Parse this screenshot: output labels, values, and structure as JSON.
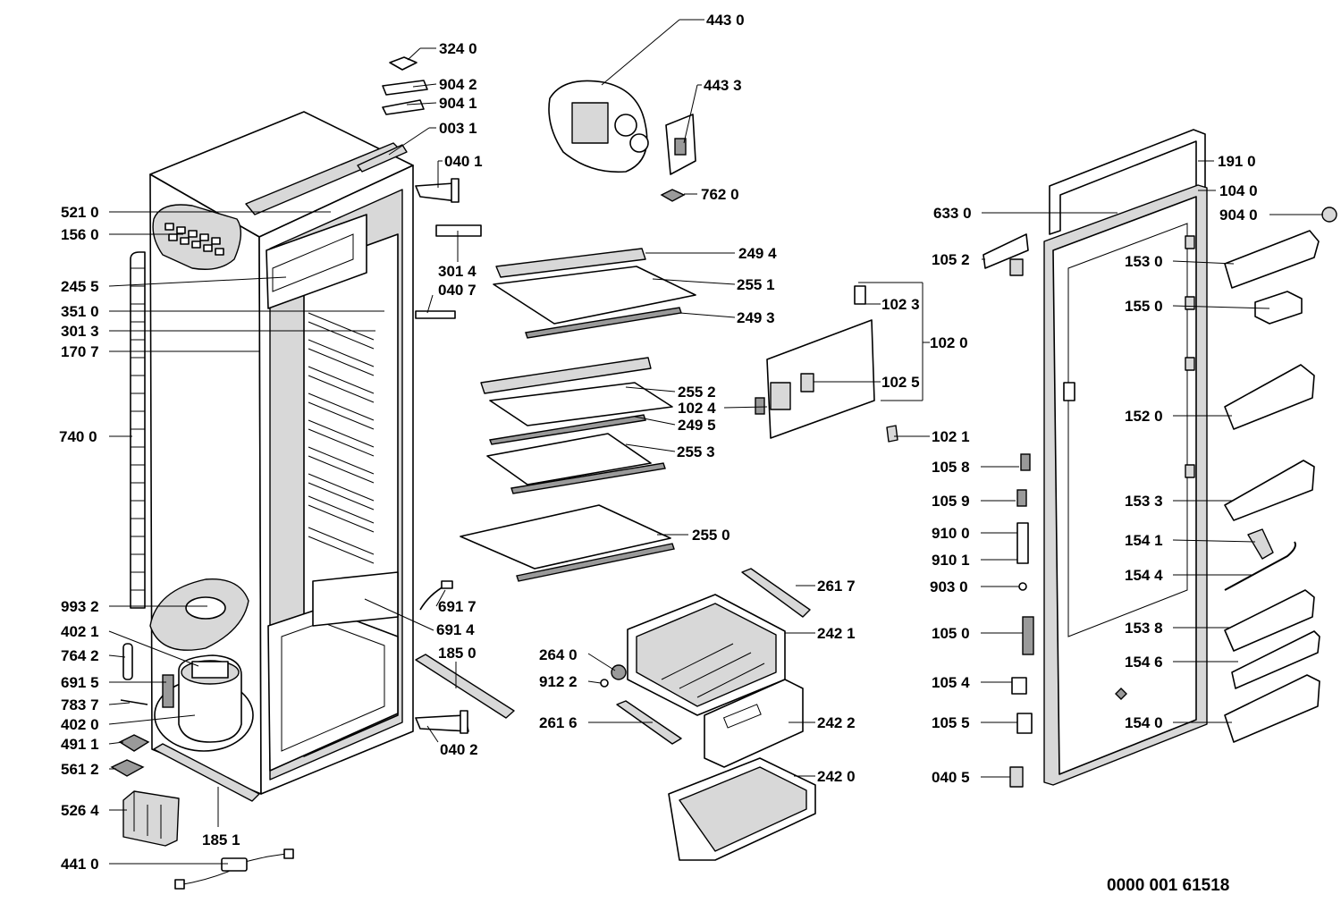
{
  "document_number": "0000 001 61518",
  "parts": [
    {
      "id": "p3240",
      "label": "324 0"
    },
    {
      "id": "p9042",
      "label": "904 2"
    },
    {
      "id": "p9041",
      "label": "904 1"
    },
    {
      "id": "p0031",
      "label": "003 1"
    },
    {
      "id": "p0401",
      "label": "040 1"
    },
    {
      "id": "p5210",
      "label": "521 0"
    },
    {
      "id": "p1560",
      "label": "156 0"
    },
    {
      "id": "p2455",
      "label": "245 5"
    },
    {
      "id": "p3014",
      "label": "301 4"
    },
    {
      "id": "p0407",
      "label": "040 7"
    },
    {
      "id": "p3510",
      "label": "351 0"
    },
    {
      "id": "p3013",
      "label": "301 3"
    },
    {
      "id": "p1707",
      "label": "170 7"
    },
    {
      "id": "p7400",
      "label": "740 0"
    },
    {
      "id": "p9932",
      "label": "993 2"
    },
    {
      "id": "p4021",
      "label": "402 1"
    },
    {
      "id": "p7642",
      "label": "764 2"
    },
    {
      "id": "p6915",
      "label": "691 5"
    },
    {
      "id": "p7837",
      "label": "783 7"
    },
    {
      "id": "p4020",
      "label": "402 0"
    },
    {
      "id": "p4911",
      "label": "491 1"
    },
    {
      "id": "p5612",
      "label": "561 2"
    },
    {
      "id": "p5264",
      "label": "526 4"
    },
    {
      "id": "p1851",
      "label": "185 1"
    },
    {
      "id": "p4410",
      "label": "441 0"
    },
    {
      "id": "p6917",
      "label": "691 7"
    },
    {
      "id": "p6914",
      "label": "691 4"
    },
    {
      "id": "p1850",
      "label": "185 0"
    },
    {
      "id": "p0402",
      "label": "040 2"
    },
    {
      "id": "p4430",
      "label": "443 0"
    },
    {
      "id": "p4433",
      "label": "443 3"
    },
    {
      "id": "p7620",
      "label": "762 0"
    },
    {
      "id": "p2494",
      "label": "249 4"
    },
    {
      "id": "p2551",
      "label": "255 1"
    },
    {
      "id": "p2493",
      "label": "249 3"
    },
    {
      "id": "p2552",
      "label": "255 2"
    },
    {
      "id": "p1024",
      "label": "102 4"
    },
    {
      "id": "p2495",
      "label": "249 5"
    },
    {
      "id": "p2553",
      "label": "255 3"
    },
    {
      "id": "p2550",
      "label": "255 0"
    },
    {
      "id": "p1023",
      "label": "102 3"
    },
    {
      "id": "p1020",
      "label": "102 0"
    },
    {
      "id": "p1025",
      "label": "102 5"
    },
    {
      "id": "p1021",
      "label": "102 1"
    },
    {
      "id": "p2617",
      "label": "261 7"
    },
    {
      "id": "p2421",
      "label": "242 1"
    },
    {
      "id": "p2640",
      "label": "264 0"
    },
    {
      "id": "p9122",
      "label": "912 2"
    },
    {
      "id": "p2616",
      "label": "261 6"
    },
    {
      "id": "p2422",
      "label": "242 2"
    },
    {
      "id": "p2420",
      "label": "242 0"
    },
    {
      "id": "p6330",
      "label": "633 0"
    },
    {
      "id": "p1052",
      "label": "105 2"
    },
    {
      "id": "p1910",
      "label": "191 0"
    },
    {
      "id": "p1040",
      "label": "104 0"
    },
    {
      "id": "p9040",
      "label": "904 0"
    },
    {
      "id": "p1530",
      "label": "153 0"
    },
    {
      "id": "p1550",
      "label": "155 0"
    },
    {
      "id": "p1520",
      "label": "152 0"
    },
    {
      "id": "p1533",
      "label": "153 3"
    },
    {
      "id": "p1541",
      "label": "154 1"
    },
    {
      "id": "p1544",
      "label": "154 4"
    },
    {
      "id": "p1538",
      "label": "153 8"
    },
    {
      "id": "p1546",
      "label": "154 6"
    },
    {
      "id": "p1540",
      "label": "154 0"
    },
    {
      "id": "p1058",
      "label": "105 8"
    },
    {
      "id": "p1059",
      "label": "105 9"
    },
    {
      "id": "p9100",
      "label": "910 0"
    },
    {
      "id": "p9101",
      "label": "910 1"
    },
    {
      "id": "p9030",
      "label": "903 0"
    },
    {
      "id": "p1050",
      "label": "105 0"
    },
    {
      "id": "p1054",
      "label": "105 4"
    },
    {
      "id": "p1055",
      "label": "105 5"
    },
    {
      "id": "p0405",
      "label": "040 5"
    }
  ]
}
